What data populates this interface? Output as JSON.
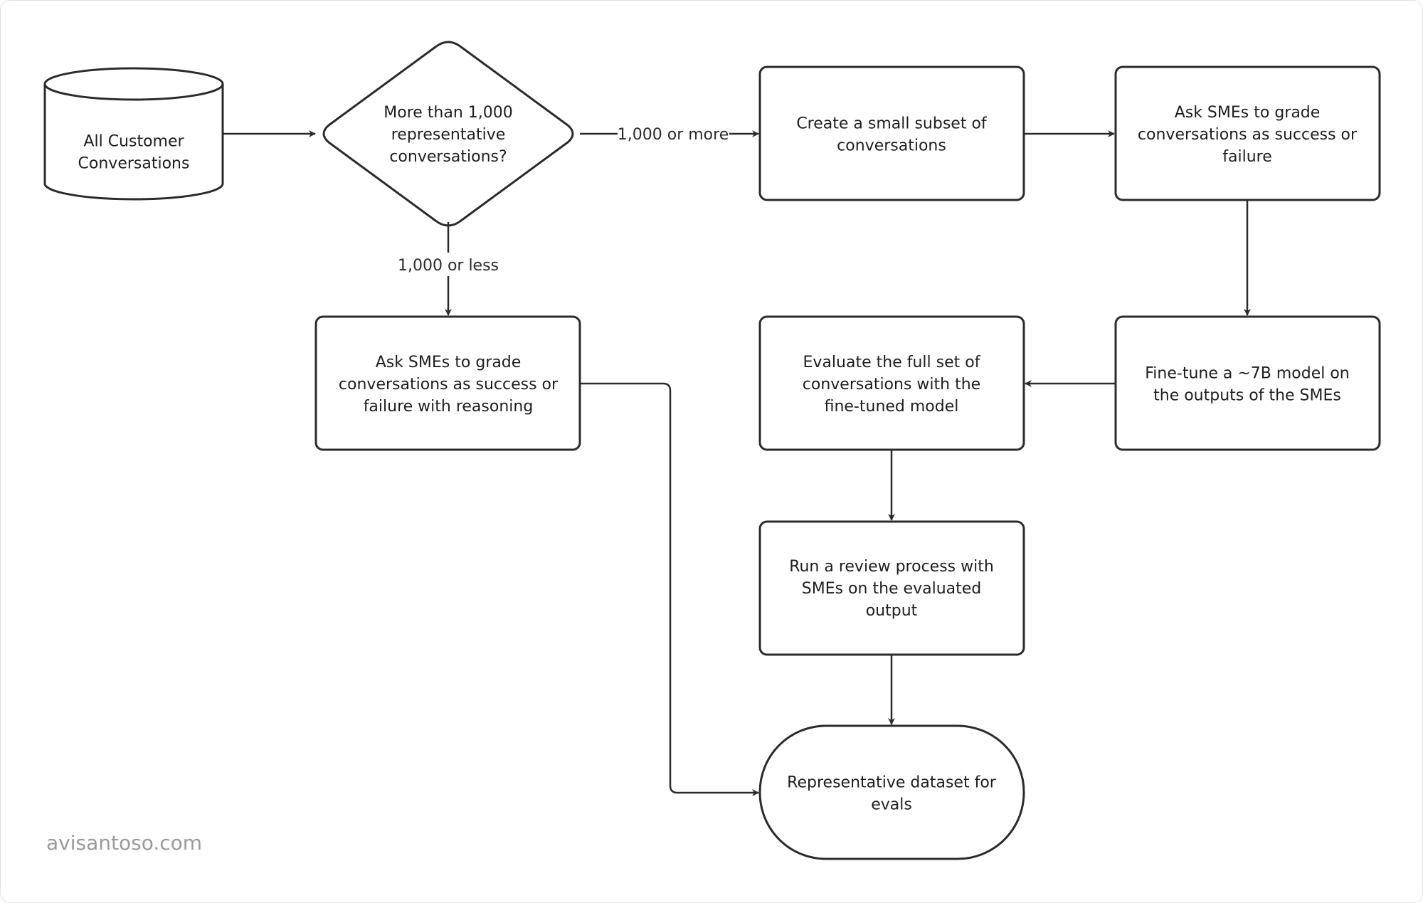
{
  "nodes": {
    "all_conversations": "All Customer Conversations",
    "decision": "More than 1,000 representative conversations?",
    "create_subset": "Create a small subset of conversations",
    "ask_smes_top": "Ask SMEs to grade conversations as success or failure",
    "ask_smes_reasoning": "Ask SMEs to grade conversations as success or failure with reasoning",
    "finetune": "Fine-tune a ~7B model on the outputs of the SMEs",
    "evaluate": "Evaluate the full set of conversations with the fine-tuned model",
    "review": "Run a review process with SMEs on the evaluated output",
    "dataset": "Representative dataset for evals"
  },
  "edges": {
    "more_label": "1,000 or more",
    "less_label": "1,000 or less"
  },
  "watermark": "avisantoso.com"
}
